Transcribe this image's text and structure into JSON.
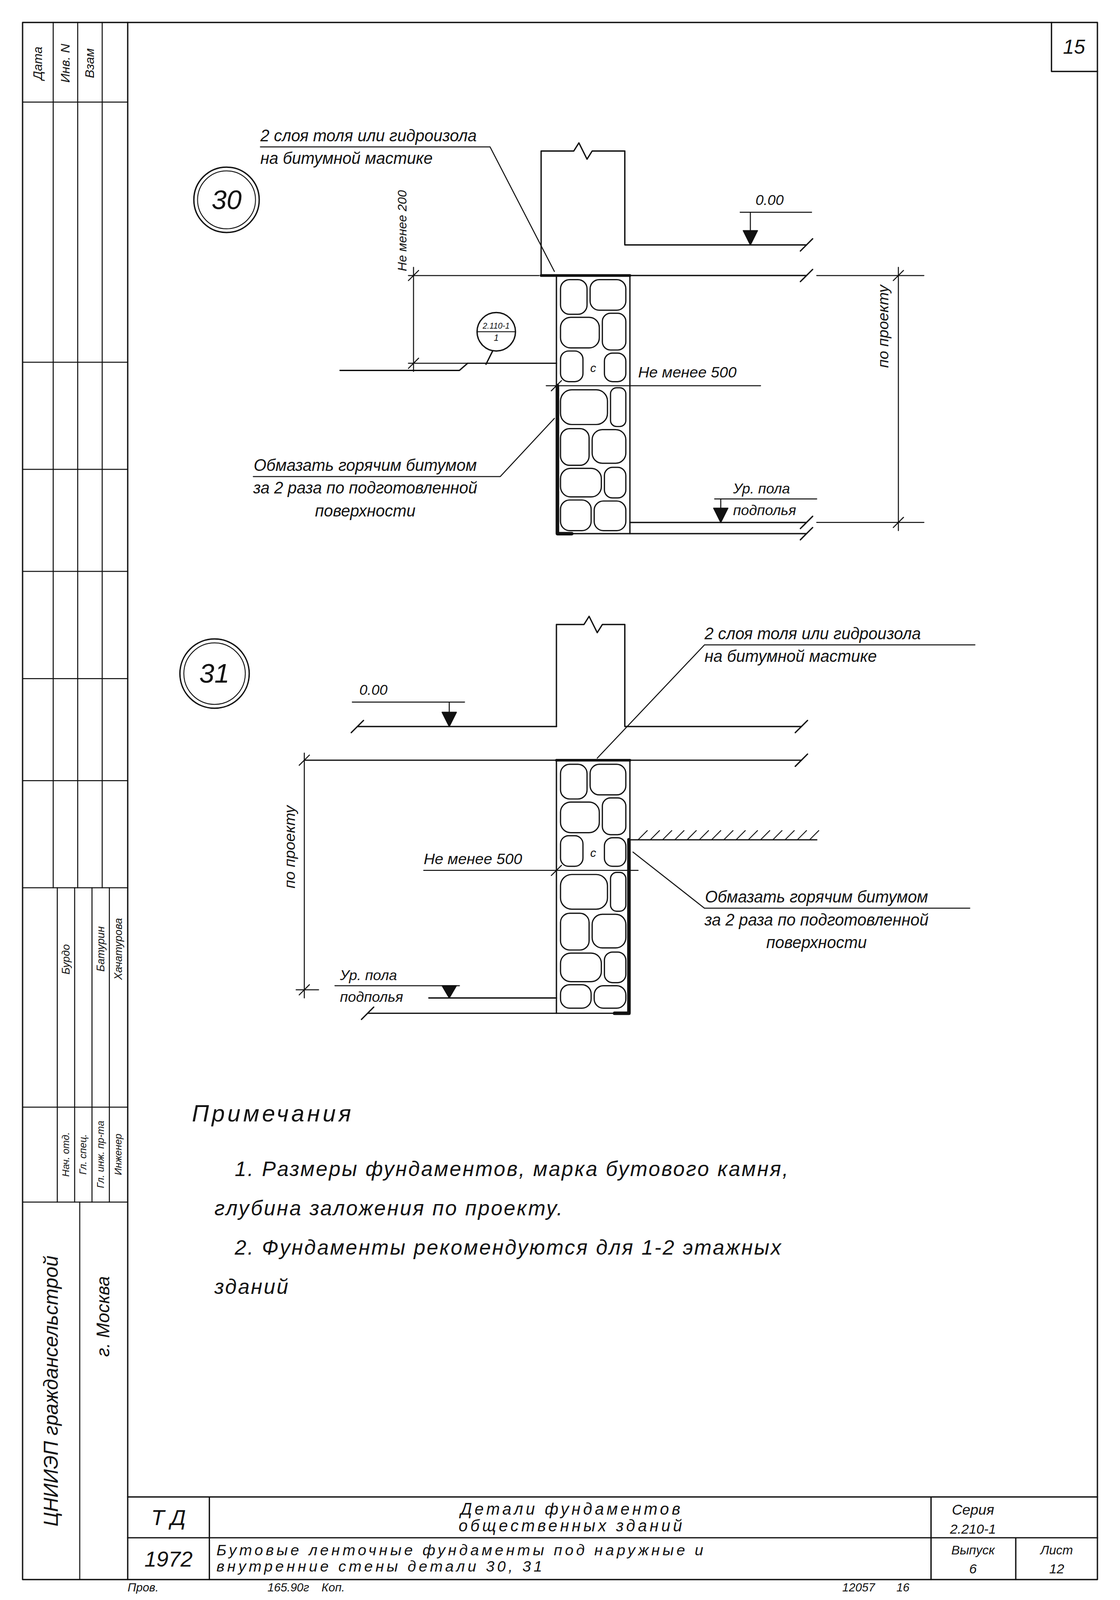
{
  "diagram": {
    "nodes": [
      {
        "text": [
          "30"
        ]
      },
      {
        "text": [
          "2.110-1",
          "1"
        ]
      },
      {
        "text": [
          "31"
        ]
      }
    ],
    "labels": [
      "15",
      "2 слоя толя или гидроизола на битумной мастике",
      "0.00",
      "Не менее 200",
      "Не менее 500",
      "по проекту",
      "Обмазать горячим битумом за 2 раза по подготовленной поверхности",
      "Ур. пола подполья",
      "с",
      "0.00",
      "по проекту",
      "2 слоя толя или гидроизола на битумной мастике",
      "Не менее 500",
      "с",
      "Обмазать горячим битумом за 2 раза по подготовленной поверхности",
      "Ур. пола подполья",
      "Примечания",
      "1. Размеры фундаментов, марка бутового камня, глубина заложения по проекту.",
      "2. Фундаменты рекомендуются для 1-2 этажных зданий",
      "Т Д",
      "1972",
      "Детали фундаментов общественных зданий",
      "Бутовые ленточные фундаменты под наружные и внутренние стены детали 30, 31",
      "Серия",
      "2.210-1",
      "Выпуск",
      "6",
      "Лист",
      "12",
      "ЦНИИЭП граждансельстрой",
      "г. Москва",
      "Дата",
      "Инв. N",
      "Взам",
      "Бурдо",
      "Батурин",
      "Хачатурова",
      "Нач. отд.",
      "Гл. спец.",
      "Гл. инж. пр-та",
      "Инженер",
      "Пров.",
      "165.90г",
      "Коп.",
      "12057",
      "16"
    ]
  }
}
